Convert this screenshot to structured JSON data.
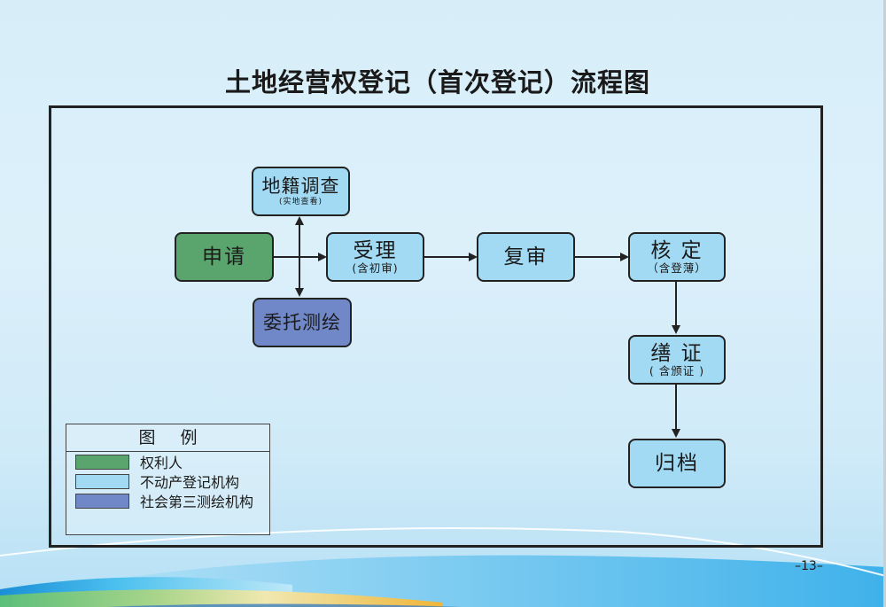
{
  "title": "土地经营权登记（首次登记）流程图",
  "nodes": {
    "apply": {
      "main": "申请",
      "sub": ""
    },
    "survey": {
      "main": "地籍调查",
      "sub": "(实地查看)"
    },
    "entrust": {
      "main": "委托测绘",
      "sub": ""
    },
    "accept": {
      "main": "受理",
      "sub": "(含初审)"
    },
    "review": {
      "main": "复审",
      "sub": ""
    },
    "verify": {
      "main": "核 定",
      "sub": "（含登薄）"
    },
    "certify": {
      "main": "缮 证",
      "sub": "( 含颁证 )"
    },
    "archive": {
      "main": "归档",
      "sub": ""
    }
  },
  "legend": {
    "title": "图例",
    "items": [
      {
        "label": "权利人",
        "color": "#5aa56e"
      },
      {
        "label": "不动产登记机构",
        "color": "#a2daf4"
      },
      {
        "label": "社会第三测绘机构",
        "color": "#7188c8"
      }
    ]
  },
  "page_number": "–13–",
  "colors": {
    "applicant": "#5aa56e",
    "registry": "#a2daf4",
    "surveyor": "#7188c8",
    "line": "#222222"
  }
}
